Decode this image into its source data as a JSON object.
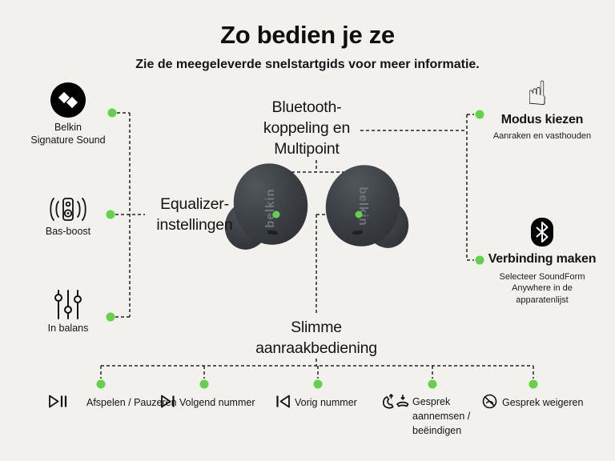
{
  "page": {
    "title": "Zo bedien je ze",
    "subtitle": "Zie de meegeleverde snelstartgids voor meer informatie."
  },
  "colors": {
    "background": "#f2f1ee",
    "accent_green": "#62d348",
    "text": "#141414",
    "earbud_body": "#383c40"
  },
  "left_features": [
    {
      "icon": "belkin-signature-sound-icon",
      "label": "Belkin\nSignature Sound"
    },
    {
      "icon": "bass-boost-icon",
      "label": "Bas-boost"
    },
    {
      "icon": "balance-sliders-icon",
      "label": "In balans"
    }
  ],
  "labels": {
    "equalizer": "Equalizer-\ninstellingen",
    "bluetooth_pairing": "Bluetooth-\nkoppeling en\nMultipoint",
    "smart_touch": "Slimme\naanraakbediening"
  },
  "right_features": [
    {
      "icon": "tap-hand-icon",
      "title": "Modus kiezen",
      "subtitle": "Aanraken en vasthouden"
    },
    {
      "icon": "bluetooth-icon",
      "title": "Verbinding maken",
      "subtitle": "Selecteer SoundForm\nAnywhere in de\napparatenlijst"
    }
  ],
  "earbuds": {
    "brand": "belkin"
  },
  "bottom_controls": [
    {
      "icon": "play-pause-icon",
      "label": "Afspelen / Pauzeren"
    },
    {
      "icon": "next-track-icon",
      "label": "Volgend nummer"
    },
    {
      "icon": "previous-track-icon",
      "label": "Vorig nummer"
    },
    {
      "icon": "answer-end-call-icon",
      "label": "Gesprek\naannemsen /\nbeëindigen"
    },
    {
      "icon": "reject-call-icon",
      "label": "Gesprek weigeren"
    }
  ]
}
